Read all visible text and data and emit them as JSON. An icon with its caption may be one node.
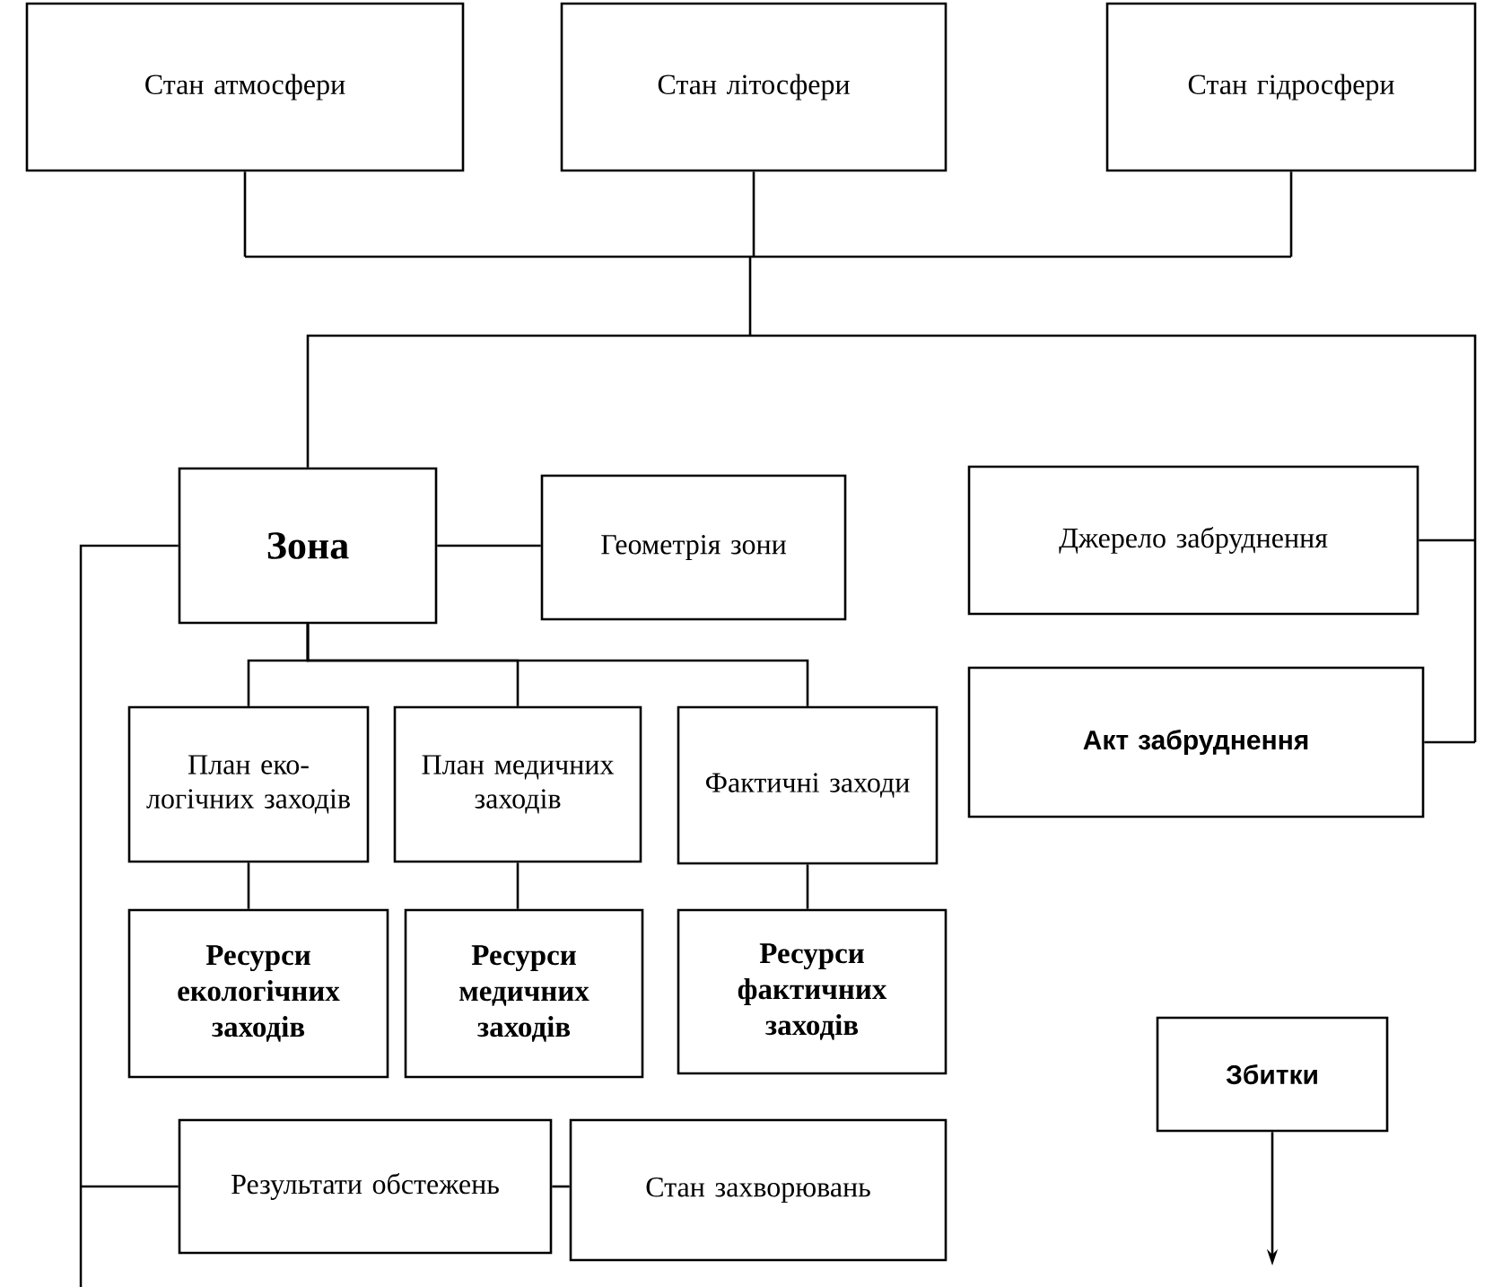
{
  "diagram": {
    "nodes": [
      {
        "text": [
          "Стан атмосфери"
        ]
      },
      {
        "text": [
          "Стан літосфери"
        ]
      },
      {
        "text": [
          "Стан гідросфери"
        ]
      },
      {
        "text": [
          "Зона"
        ]
      },
      {
        "text": [
          "Геометрія зони"
        ]
      },
      {
        "text": [
          "Джерело забруднення"
        ]
      },
      {
        "text": [
          "План еко- логічних заходів"
        ]
      },
      {
        "text": [
          "План медичних заходів"
        ]
      },
      {
        "text": [
          "Фактичні заходи"
        ]
      },
      {
        "text": [
          "Акт забруднення"
        ]
      },
      {
        "text": [
          "Ресурси екологічних заходів"
        ]
      },
      {
        "text": [
          "Ресурси медичних заходів"
        ]
      },
      {
        "text": [
          "Ресурси фактичних заходів"
        ]
      },
      {
        "text": [
          "Збитки"
        ]
      },
      {
        "text": [
          "Результати обстежень"
        ]
      },
      {
        "text": [
          "Стан захворювань"
        ]
      }
    ],
    "edges": [
      {
        "from": 0,
        "to": 3,
        "arrow": "none"
      },
      {
        "from": 1,
        "to": 3,
        "arrow": "none"
      },
      {
        "from": 2,
        "to": 3,
        "arrow": "none"
      },
      {
        "from": 0,
        "to": 5,
        "arrow": "none"
      },
      {
        "from": 1,
        "to": 5,
        "arrow": "none"
      },
      {
        "from": 2,
        "to": 5,
        "arrow": "none"
      },
      {
        "from": 0,
        "to": 9,
        "arrow": "none"
      },
      {
        "from": 1,
        "to": 9,
        "arrow": "none"
      },
      {
        "from": 2,
        "to": 9,
        "arrow": "none"
      },
      {
        "from": 3,
        "to": 4,
        "arrow": "none"
      },
      {
        "from": 3,
        "to": 6,
        "arrow": "none"
      },
      {
        "from": 3,
        "to": 7,
        "arrow": "none"
      },
      {
        "from": 3,
        "to": 8,
        "arrow": "none"
      },
      {
        "from": 6,
        "to": 10,
        "arrow": "none"
      },
      {
        "from": 7,
        "to": 11,
        "arrow": "none"
      },
      {
        "from": 8,
        "to": 12,
        "arrow": "none"
      },
      {
        "from": 3,
        "to": 14,
        "arrow": "none"
      },
      {
        "from": 14,
        "to": 15,
        "arrow": "none"
      },
      {
        "from": 13,
        "to": null,
        "arrow": "to"
      }
    ]
  }
}
